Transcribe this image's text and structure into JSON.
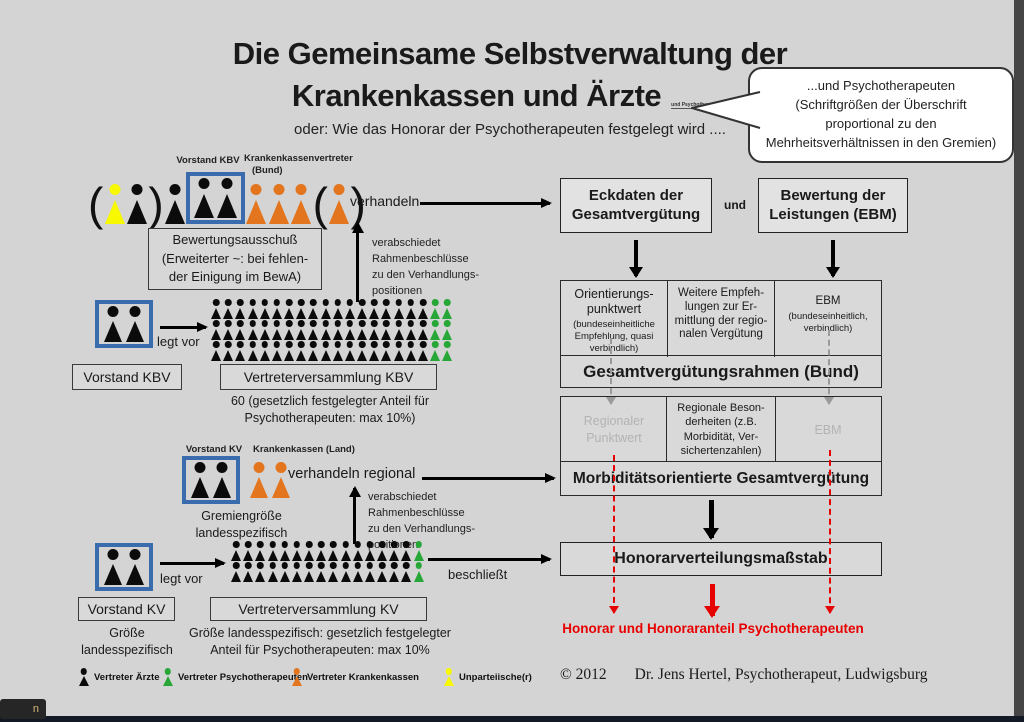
{
  "title": {
    "line1": "Die Gemeinsame Selbstverwaltung der",
    "line2": "Krankenkassen und Ärzte",
    "tiny_suffix": "und Psychotherapeuten",
    "subtitle": "oder: Wie das Honorar der Psychotherapeuten festgelegt wird ...."
  },
  "callout": {
    "lines": [
      "...und Psychotherapeuten",
      "(Schriftgrößen der Überschrift",
      "proportional zu den",
      "Mehrheitsverhältnissen in den Gremien)"
    ]
  },
  "bund": {
    "vorstand_label": "Vorstand KBV",
    "kassenvertreter_label_1": "Krankenkassenvertreter",
    "kassenvertreter_label_2": "(Bund)",
    "verhandeln": "verhandeln",
    "bewertungsausschuss": [
      "Bewertungsausschuß",
      "(Erweiterter ~: bei fehlen-",
      "der Einigung im BewA)"
    ],
    "verabschiedet": [
      "verabschiedet",
      "Rahmenbeschlüsse",
      "zu den Verhandlungs-",
      "positionen"
    ],
    "legt_vor": "legt vor",
    "vorstand_box": "Vorstand KBV",
    "versammlung_box": "Vertreterversammlung KBV",
    "versammlung_note_1": "60  (gesetzlich festgelegter Anteil  für",
    "versammlung_note_2": "Psychotherapeuten: max 10%)"
  },
  "flow": {
    "eckdaten": [
      "Eckdaten der",
      "Gesamtvergütung"
    ],
    "und": "und",
    "bewertung": [
      "Bewertung der",
      "Leistungen (EBM)"
    ],
    "table1": {
      "col1_main": [
        "Orientierungs-",
        "punktwert"
      ],
      "col1_sub": [
        "(bundeseinheitliche",
        "Empfehlung, quasi",
        "verbindlich)"
      ],
      "col2": [
        "Weitere Empfeh-",
        "lungen zur Er-",
        "mittlung der regio-",
        "nalen Vergütung"
      ],
      "col3_main": "EBM",
      "col3_sub": [
        "(bundeseinheitlich,",
        "verbindlich)"
      ],
      "footer": "Gesamtvergütungsrahmen (Bund)"
    },
    "table2": {
      "col1": [
        "Regionaler",
        "Punktwert"
      ],
      "col2": [
        "Regionale Beson-",
        "derheiten (z.B.",
        "Morbidität, Ver-",
        "sichertenzahlen)"
      ],
      "col3": "EBM",
      "footer": "Morbiditätsorientierte Gesamtvergütung"
    },
    "hvm": "Honorarverteilungsmaßstab",
    "result": "Honorar und Honoraranteil Psychotherapeuten"
  },
  "land": {
    "vorstand_label": "Vorstand KV",
    "krankenkassen_label": "Krankenkassen (Land)",
    "verhandeln_regional": "verhandeln regional",
    "verabschiedet": [
      "verabschiedet",
      "Rahmenbeschlüsse",
      "zu den Verhandlungs-",
      "positionen"
    ],
    "gremiengroesse": [
      "Gremiengröße",
      "landesspezifisch"
    ],
    "legt_vor": "legt vor",
    "beschliesst": "beschließt",
    "vorstand_box": "Vorstand KV",
    "vorstand_note": [
      "Größe",
      "landesspezifisch"
    ],
    "versammlung_box": "Vertreterversammlung KV",
    "versammlung_note_1": "Größe landesspezifisch: gesetzlich festgelegter",
    "versammlung_note_2": "Anteil für Psychotherapeuten: max 10%"
  },
  "figures": {
    "bund_committee": [
      "(",
      "yellow",
      "black",
      ")",
      "black",
      "frame:black,black",
      "orange",
      "orange",
      "orange",
      "(",
      "orange",
      ")"
    ],
    "kbv_vorstand": [
      "frame:black,black"
    ],
    "kbv_assembly": {
      "rows": 3,
      "black": 18,
      "green": 2
    },
    "kv_committee_frame": [
      "frame:black,black"
    ],
    "kv_committee_kassen": [
      "orange",
      "orange"
    ],
    "kv_vorstand": [
      "frame:black,black"
    ],
    "kv_assembly": {
      "rows": 2,
      "black": 15,
      "green": 1
    },
    "colors": {
      "aerzte": "#0b0b0b",
      "psychotherapeuten": "#27a737",
      "krankenkassen": "#e2751d",
      "unparteiische": "#f8f800",
      "frame_blue": "#3a6bad",
      "warn_red": "#e60000",
      "inactive_gray": "#b3b3b3"
    }
  },
  "legend": {
    "items": [
      {
        "label": "Vertreter Ärzte",
        "figure": [
          "black"
        ]
      },
      {
        "label": "Vertreter Psychotherapeuten",
        "figure": [
          "green"
        ]
      },
      {
        "label": "Vertreter Krankenkassen",
        "figure": [
          "orange"
        ]
      },
      {
        "label": "Unparteiische(r)",
        "figure": [
          "yellow"
        ]
      }
    ]
  },
  "footer": {
    "copyright": "© 2012",
    "author": "Dr. Jens Hertel, Psychotherapeut, Ludwigsburg"
  },
  "chrome": {
    "corner_text": "n"
  }
}
